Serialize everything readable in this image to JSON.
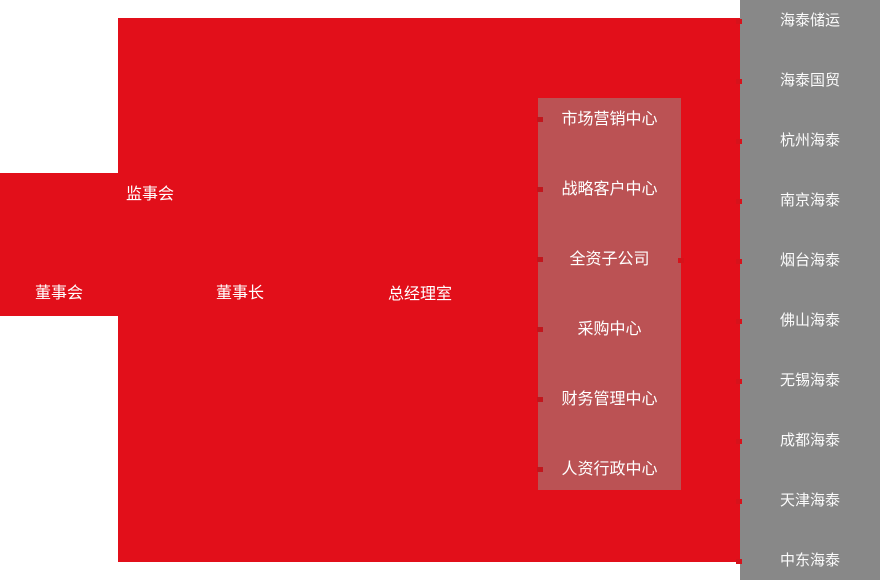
{
  "org": {
    "board": "董事会",
    "supervisory": "监事会",
    "chairman": "董事长",
    "gm_office": "总经理室",
    "departments": [
      "市场营销中心",
      "战略客户中心",
      "全资子公司",
      "采购中心",
      "财务管理中心",
      "人资行政中心"
    ],
    "subsidiaries": [
      "海泰储运",
      "海泰国贸",
      "杭州海泰",
      "南京海泰",
      "烟台海泰",
      "佛山海泰",
      "无锡海泰",
      "成都海泰",
      "天津海泰",
      "中东海泰"
    ]
  },
  "colors": {
    "primary_red": "#e20f1a",
    "department_box_pink": "#bb5254",
    "subsidiary_gray": "#888888",
    "tick_dark_red": "#c3161d",
    "tick_red": "#d6121b",
    "text_white": "#ffffff"
  }
}
